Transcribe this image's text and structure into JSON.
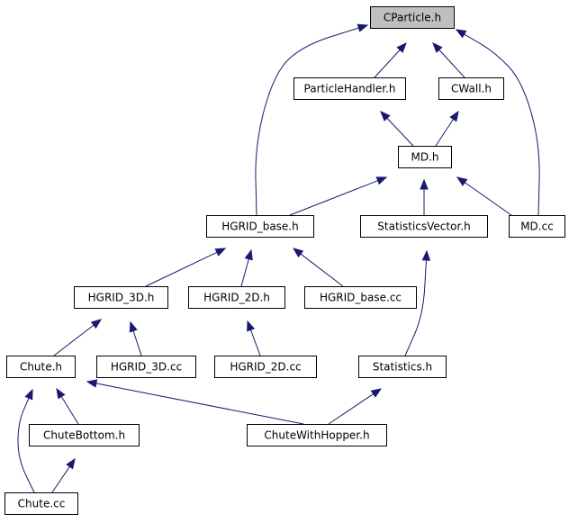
{
  "diagram": {
    "type": "include-dependency-graph",
    "colors": {
      "edge": "#191970",
      "node_border": "#000000",
      "node_fill": "#ffffff",
      "focus_fill": "#bfbfbf",
      "background": "#ffffff"
    },
    "nodes": [
      {
        "id": "cparticle",
        "label": "CParticle.h",
        "focus": true
      },
      {
        "id": "particlehandler",
        "label": "ParticleHandler.h"
      },
      {
        "id": "cwall",
        "label": "CWall.h"
      },
      {
        "id": "md_h",
        "label": "MD.h"
      },
      {
        "id": "hgrid_base_h",
        "label": "HGRID_base.h"
      },
      {
        "id": "statisticsvector",
        "label": "StatisticsVector.h"
      },
      {
        "id": "md_cc",
        "label": "MD.cc"
      },
      {
        "id": "hgrid_3d_h",
        "label": "HGRID_3D.h"
      },
      {
        "id": "hgrid_2d_h",
        "label": "HGRID_2D.h"
      },
      {
        "id": "hgrid_base_cc",
        "label": "HGRID_base.cc"
      },
      {
        "id": "chute_h",
        "label": "Chute.h"
      },
      {
        "id": "hgrid_3d_cc",
        "label": "HGRID_3D.cc"
      },
      {
        "id": "hgrid_2d_cc",
        "label": "HGRID_2D.cc"
      },
      {
        "id": "statistics_h",
        "label": "Statistics.h"
      },
      {
        "id": "chutebottom",
        "label": "ChuteBottom.h"
      },
      {
        "id": "chutewithhopper",
        "label": "ChuteWithHopper.h"
      },
      {
        "id": "chute_cc",
        "label": "Chute.cc"
      }
    ],
    "edges": [
      {
        "from": "particlehandler",
        "to": "cparticle"
      },
      {
        "from": "cwall",
        "to": "cparticle"
      },
      {
        "from": "hgrid_base_h",
        "to": "cparticle"
      },
      {
        "from": "md_cc",
        "to": "cparticle"
      },
      {
        "from": "md_h",
        "to": "particlehandler"
      },
      {
        "from": "md_h",
        "to": "cwall"
      },
      {
        "from": "hgrid_base_h",
        "to": "md_h"
      },
      {
        "from": "statisticsvector",
        "to": "md_h"
      },
      {
        "from": "md_cc",
        "to": "md_h"
      },
      {
        "from": "hgrid_3d_h",
        "to": "hgrid_base_h"
      },
      {
        "from": "hgrid_2d_h",
        "to": "hgrid_base_h"
      },
      {
        "from": "hgrid_base_cc",
        "to": "hgrid_base_h"
      },
      {
        "from": "statistics_h",
        "to": "statisticsvector"
      },
      {
        "from": "chute_h",
        "to": "hgrid_3d_h"
      },
      {
        "from": "hgrid_3d_cc",
        "to": "hgrid_3d_h"
      },
      {
        "from": "hgrid_2d_cc",
        "to": "hgrid_2d_h"
      },
      {
        "from": "chutebottom",
        "to": "chute_h"
      },
      {
        "from": "chute_cc",
        "to": "chute_h"
      },
      {
        "from": "chutewithhopper",
        "to": "chute_h"
      },
      {
        "from": "chutewithhopper",
        "to": "statistics_h"
      },
      {
        "from": "chute_cc",
        "to": "chutebottom"
      }
    ]
  }
}
